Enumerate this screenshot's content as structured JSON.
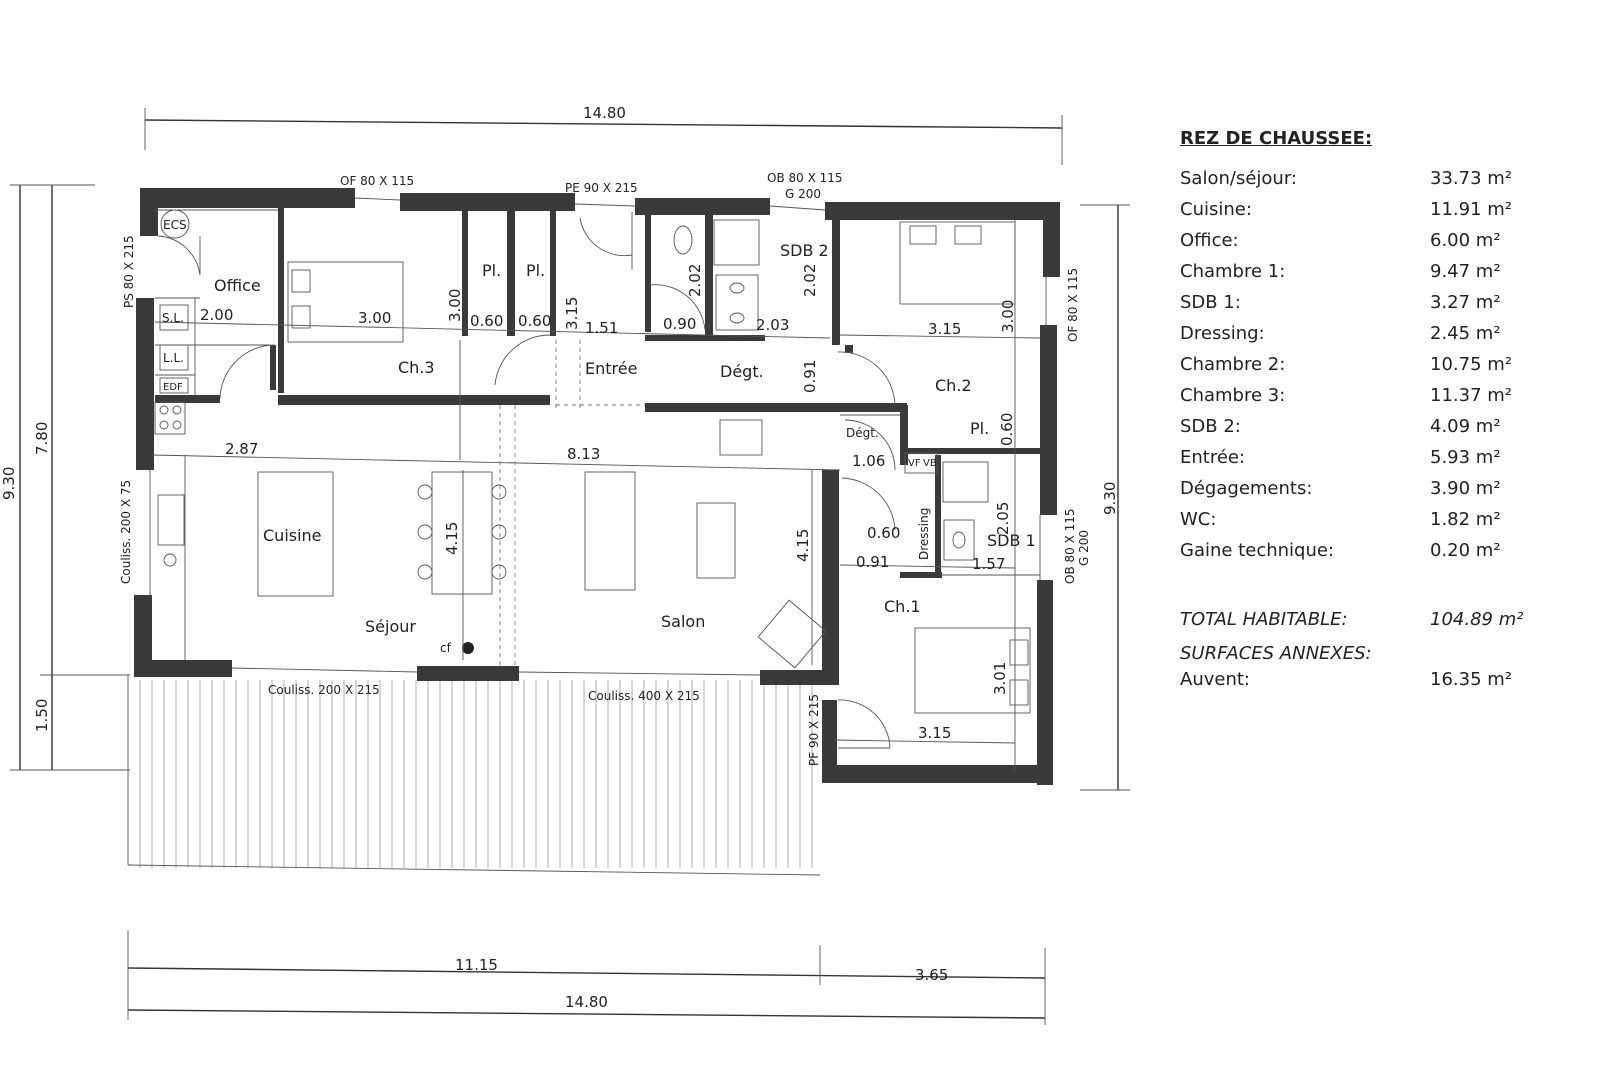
{
  "plan": {
    "overall_width": "14.80",
    "overall_width_bottom": "14.80",
    "bottom_left": "11.15",
    "bottom_right": "3.65",
    "left_height_total": "9.30",
    "left_height_house": "7.80",
    "left_height_auvent": "1.50",
    "right_height": "9.30",
    "openings": {
      "top_of1": "OF 80 X 115",
      "top_pe": "PE 90 X 215",
      "top_ob_1": "OB 80 X 115",
      "top_ob_2": "G 200",
      "left_ps": "PS 80 X 215",
      "left_couliss": "Couliss. 200 X 75",
      "right_of": "OF 80 X 115",
      "right_ob": "OB 80 X 115",
      "right_ob_g": "G 200",
      "bottom_couliss1": "Couliss. 200 X 215",
      "bottom_couliss2": "Couliss. 400 X 215",
      "pf": "PF 90 X 215"
    },
    "rooms": {
      "office": "Office",
      "ch3": "Ch.3",
      "pl1": "Pl.",
      "pl2": "Pl.",
      "entree": "Entrée",
      "degt1": "Dégt.",
      "sdb2": "SDB 2",
      "ch2": "Ch.2",
      "pl3": "Pl.",
      "degt2": "Dégt.",
      "cuisine": "Cuisine",
      "sejour": "Séjour",
      "salon": "Salon",
      "dressing": "Dressing",
      "sdb1": "SDB 1",
      "ch1": "Ch.1"
    },
    "fixtures": {
      "ecs": "ECS",
      "sl": "S.L.",
      "ll": "L.L.",
      "edf": "EDF",
      "cf": "cf",
      "vf": "VF",
      "vb": "VB"
    },
    "dims": {
      "office_w": "2.00",
      "ch3_w": "3.00",
      "ch3_h": "3.00",
      "pl1_w": "0.60",
      "pl2_w": "0.60",
      "entree_h": "3.15",
      "entree_w": "1.51",
      "wc_w": "0.90",
      "wc_h": "2.02",
      "sdb2_w": "2.03",
      "sdb2_h": "2.02",
      "degt_h": "0.91",
      "ch2_w": "3.15",
      "ch2_h": "3.00",
      "pl3_h": "0.60",
      "cuisine_w": "2.87",
      "sejour_w": "8.13",
      "degt2_w": "1.06",
      "sejour_h": "4.15",
      "salon_h": "4.15",
      "dressing_w": "0.60",
      "dressing_gap": "0.91",
      "sdb1_w": "1.57",
      "sdb1_h": "2.05",
      "ch1_h": "3.01",
      "ch1_w": "3.15"
    }
  },
  "areas": {
    "title": "REZ DE CHAUSSEE:",
    "rows": [
      {
        "label": "Salon/séjour:",
        "value": "33.73 m²"
      },
      {
        "label": "Cuisine:",
        "value": "11.91 m²"
      },
      {
        "label": "Office:",
        "value": "6.00 m²"
      },
      {
        "label": "Chambre 1:",
        "value": "9.47 m²"
      },
      {
        "label": "SDB 1:",
        "value": "3.27 m²"
      },
      {
        "label": "Dressing:",
        "value": "2.45 m²"
      },
      {
        "label": "Chambre 2:",
        "value": "10.75 m²"
      },
      {
        "label": "Chambre 3:",
        "value": "11.37 m²"
      },
      {
        "label": "SDB 2:",
        "value": "4.09 m²"
      },
      {
        "label": "Entrée:",
        "value": "5.93 m²"
      },
      {
        "label": "Dégagements:",
        "value": "3.90 m²"
      },
      {
        "label": "WC:",
        "value": "1.82 m²"
      },
      {
        "label": "Gaine technique:",
        "value": "0.20 m²"
      }
    ],
    "total_label": "TOTAL HABITABLE:",
    "total_value": "104.89 m²",
    "annex_title": "SURFACES ANNEXES:",
    "annex_label": "Auvent:",
    "annex_value": "16.35 m²"
  }
}
